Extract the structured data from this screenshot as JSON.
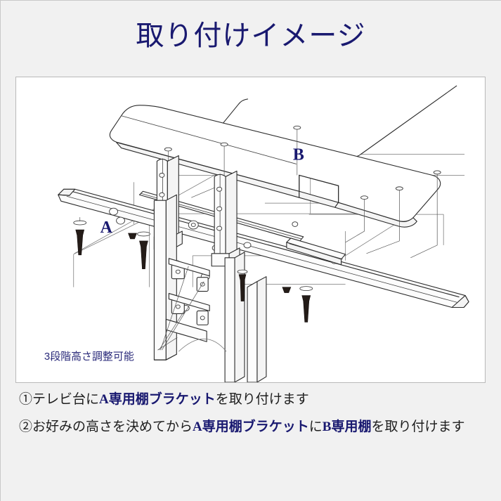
{
  "page": {
    "title": "取り付けイメージ",
    "background_color": "#f1f1f1",
    "accent_color": "#191970"
  },
  "diagram": {
    "name": "exploded-assembly-isometric-drawing",
    "label_a": "A",
    "label_b": "B",
    "annotation": "3段階高さ調整可能",
    "parts": {
      "shelf_board": "B専用棚",
      "bracket_bar": "A専用棚ブラケット",
      "tv_stand_post": "テレビ台支柱"
    }
  },
  "steps": [
    {
      "number": "①",
      "segments": [
        {
          "text": "テレビ台に",
          "emphasis": false
        },
        {
          "text": "A専用棚ブラケット",
          "emphasis": true
        },
        {
          "text": "を取り付けます",
          "emphasis": false
        }
      ]
    },
    {
      "number": "②",
      "segments": [
        {
          "text": "お好みの高さを決めてから",
          "emphasis": false
        },
        {
          "text": "A専用棚ブラケット",
          "emphasis": true
        },
        {
          "text": "に",
          "emphasis": false
        },
        {
          "text": "B専用棚",
          "emphasis": true
        },
        {
          "text": "を取り付けます",
          "emphasis": false
        }
      ]
    }
  ]
}
